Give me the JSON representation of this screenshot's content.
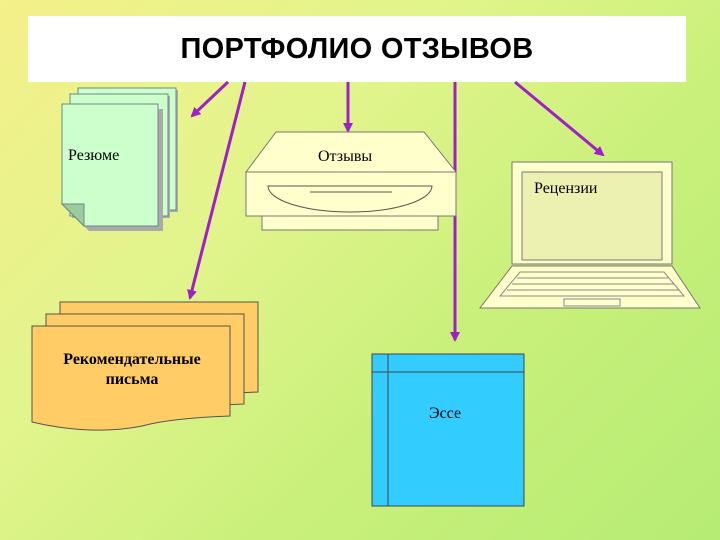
{
  "title": "ПОРТФОЛИО ОТЗЫВОВ",
  "items": {
    "resume": "Резюме",
    "reviews": "Отзывы",
    "critiques": "Рецензии",
    "letters": "Рекомендательные письма",
    "essay": "Эссе"
  },
  "colors": {
    "arrow": "#a020c8",
    "resume_fill": "#ccffcc",
    "reviews_fill": "#ffffcc",
    "critiques_fill": "#ffffcc",
    "letters_fill": "#ffcc66",
    "essay_fill": "#33ccff"
  }
}
